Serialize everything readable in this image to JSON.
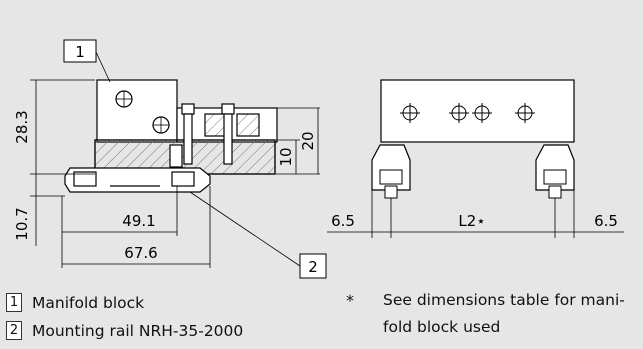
{
  "callouts": {
    "c1": "1",
    "c2": "2"
  },
  "dimensions": {
    "d28_3": "28.3",
    "d10_7": "10.7",
    "d49_1": "49.1",
    "d67_6": "67.6",
    "d10": "10",
    "d20": "20",
    "d6_5_left": "6.5",
    "dL2": "L2⋆",
    "d6_5_right": "6.5"
  },
  "legend": {
    "items": [
      {
        "number": "1",
        "label": "Manifold block"
      },
      {
        "number": "2",
        "label": "Mounting rail NRH-35-2000"
      }
    ],
    "footnote_mark": "*",
    "footnote_line1": "See dimensions table for mani-",
    "footnote_line2": "fold block used"
  }
}
